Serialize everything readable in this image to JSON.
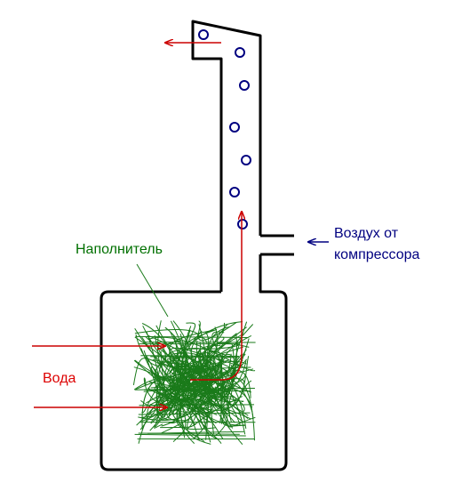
{
  "labels": {
    "filler": "Наполнитель",
    "water": "Вода",
    "air_line1": "Воздух от",
    "air_line2": "компрессора"
  },
  "colors": {
    "outline": "#000000",
    "bubble": "#000080",
    "flow_arrow": "#cc0000",
    "air_arrow": "#000080",
    "filler": "#1a7a1a",
    "filler_label": "#007000",
    "water_label": "#dd0000",
    "air_label": "#000080"
  },
  "icons": {
    "bubbles": "air-bubble-circles",
    "filler": "tangled-fibre-filler"
  }
}
